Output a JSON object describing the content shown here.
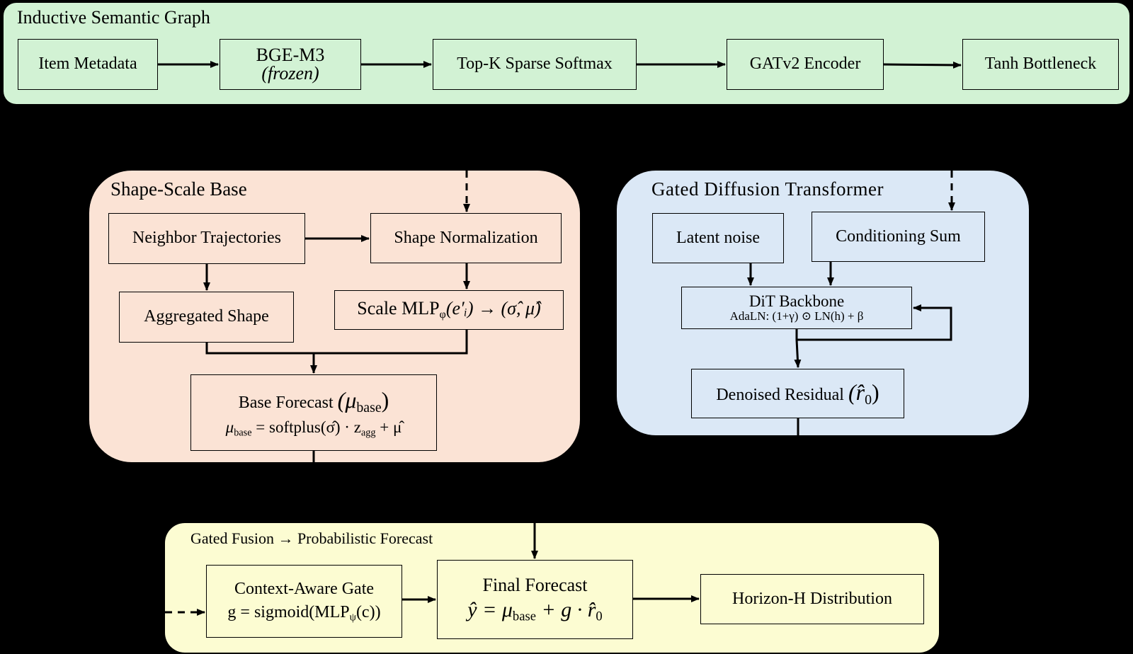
{
  "panels": {
    "graph": {
      "title": "Inductive Semantic Graph"
    },
    "shape": {
      "title": "Shape-Scale Base"
    },
    "diffusion": {
      "title": "Gated Diffusion Transformer"
    },
    "fusion": {
      "title": "Gated Fusion → Probabilistic Forecast"
    }
  },
  "boxes": {
    "item_metadata": "Item Metadata",
    "bge_main": "BGE-M3",
    "bge_sub": "(frozen)",
    "topk": "Top-K Sparse Softmax",
    "gatv2": "GATv2 Encoder",
    "tanh": "Tanh Bottleneck",
    "neighbor": "Neighbor Trajectories",
    "shape_norm": "Shape Normalization",
    "aggregated": "Aggregated Shape",
    "scale_mlp_text": "Scale MLP",
    "scale_mlp_sub": "φ",
    "scale_mlp_args": "(e′ᵢ) → (σ̂, μ̂)",
    "base_forecast_text": "Base Forecast",
    "base_forecast_mu": "(μ",
    "base_forecast_mu_sub": "base",
    "base_forecast_close": ")",
    "base_formula_mu": "μ",
    "base_formula_sub": "base",
    "base_formula_rest": "= softplus(σ̂) · z",
    "base_formula_agg": "agg",
    "base_formula_end": "+ μ̂",
    "latent": "Latent noise",
    "conditioning": "Conditioning Sum",
    "dit_title": "DiT Backbone",
    "dit_formula": "AdaLN: (1+γ) ⊙ LN(h) + β",
    "denoised_text": "Denoised Residual",
    "denoised_sym": "(r̂",
    "denoised_sub": "0",
    "denoised_close": ")",
    "gate_title": "Context-Aware Gate",
    "gate_formula_a": "g = sigmoid(MLP",
    "gate_formula_sub": "ψ",
    "gate_formula_b": "(c))",
    "final_title": "Final Forecast",
    "final_formula_a": "ŷ = μ",
    "final_formula_sub": "base",
    "final_formula_b": "+ g · r̂",
    "final_formula_sub2": "0",
    "horizon": "Horizon-H Distribution"
  },
  "colors": {
    "graph_panel": "#d2f2d4",
    "shape_panel": "#fbe3d5",
    "diffusion_panel": "#dbe8f6",
    "fusion_panel": "#fcfcd2",
    "background": "#000000"
  }
}
